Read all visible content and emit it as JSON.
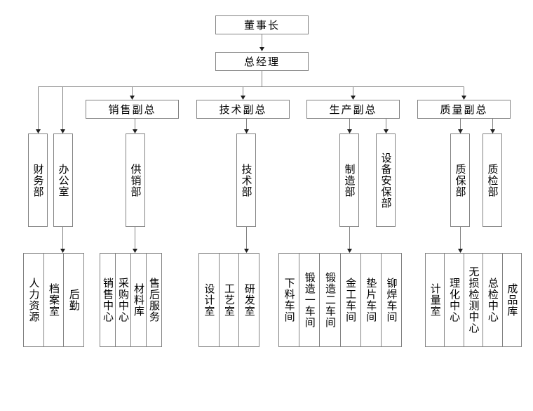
{
  "diagram": {
    "type": "org-chart",
    "nodes": {
      "chairman": "董事长",
      "general_manager": "总经理",
      "vp_sales": "销售副总",
      "vp_tech": "技术副总",
      "vp_production": "生产副总",
      "vp_quality": "质量副总",
      "finance_dept": "财务部",
      "office": "办公室",
      "supply_sales_dept": "供销部",
      "tech_dept": "技术部",
      "manufacturing_dept": "制造部",
      "equipment_security_dept": "设备安保部",
      "qa_dept": "质保部",
      "qc_dept": "质检部"
    },
    "groups": {
      "office_children": [
        "人力资源",
        "档案室",
        "后勤"
      ],
      "supply_children": [
        "销售中心",
        "采购中心",
        "材料库",
        "售后服务"
      ],
      "tech_children": [
        "设计室",
        "工艺室",
        "研发室"
      ],
      "manufacturing_children": [
        "下料车间",
        "锻造一车间",
        "锻造二车间",
        "金工车间",
        "垫片车间",
        "铆焊车间"
      ],
      "qa_children": [
        "计量室",
        "理化中心",
        "无损检测中心",
        "总检中心",
        "成品库"
      ]
    },
    "edges": [
      {
        "from": "chairman",
        "to": "general_manager"
      },
      {
        "from": "general_manager",
        "to": "finance_dept"
      },
      {
        "from": "general_manager",
        "to": "office"
      },
      {
        "from": "general_manager",
        "to": "vp_sales"
      },
      {
        "from": "general_manager",
        "to": "vp_tech"
      },
      {
        "from": "general_manager",
        "to": "vp_production"
      },
      {
        "from": "general_manager",
        "to": "vp_quality"
      },
      {
        "from": "vp_sales",
        "to": "supply_sales_dept"
      },
      {
        "from": "vp_tech",
        "to": "tech_dept"
      },
      {
        "from": "vp_production",
        "to": "manufacturing_dept"
      },
      {
        "from": "vp_production",
        "to": "equipment_security_dept"
      },
      {
        "from": "vp_quality",
        "to": "qa_dept"
      },
      {
        "from": "vp_quality",
        "to": "qc_dept"
      },
      {
        "from": "office",
        "to": "office_children"
      },
      {
        "from": "supply_sales_dept",
        "to": "supply_children"
      },
      {
        "from": "tech_dept",
        "to": "tech_children"
      },
      {
        "from": "manufacturing_dept",
        "to": "manufacturing_children"
      },
      {
        "from": "qa_dept",
        "to": "qa_children"
      }
    ],
    "colors": {
      "background": "#ffffff",
      "box_border": "#828282",
      "connector_line": "#828282",
      "arrowhead": "#1f1f1f",
      "text": "#000000"
    }
  }
}
